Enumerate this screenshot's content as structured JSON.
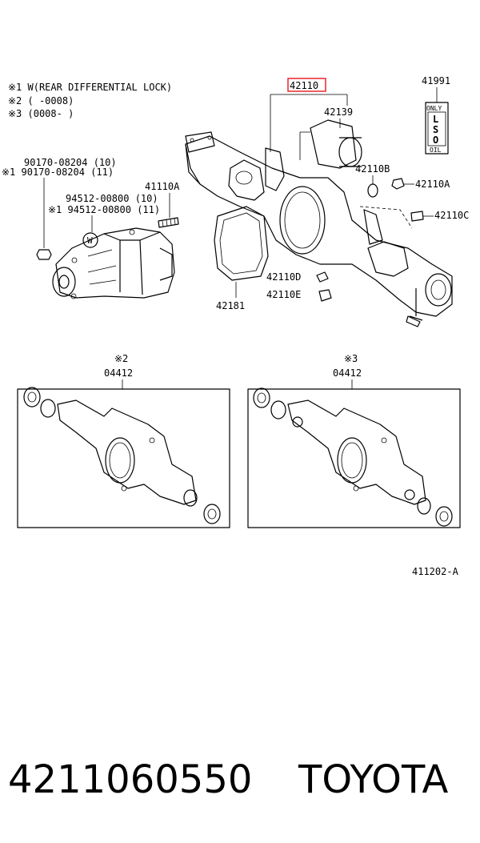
{
  "notes": [
    "※1 W(REAR DIFFERENTIAL LOCK)",
    "※2 (     -0008)",
    "※3 (0008-     )"
  ],
  "callouts": {
    "housing": "42110",
    "cover": "42139",
    "lso_plate": "41991",
    "bolt_a": "90170-08204 (10)",
    "bolt_b": "※1 90170-08204 (11)",
    "stud": "41110A",
    "washer_a": "94512-00800 (10)",
    "washer_b": "※1 94512-00800 (11)",
    "washer_letter": "W",
    "plug_b": "42110B",
    "plug_a": "42110A",
    "breather": "42110C",
    "plug_d": "42110D",
    "plug_e": "42110E",
    "gasket": "42181",
    "kit_left_note": "※2",
    "kit_left_code": "04412",
    "kit_right_note": "※3",
    "kit_right_code": "04412",
    "figure_ref": "411202-A"
  },
  "lso_text": {
    "top": "ONLY",
    "l": "L",
    "s": "S",
    "o": "O",
    "bottom": "OIL"
  },
  "footer": {
    "part_number": "4211060550",
    "brand": "TOYOTA"
  },
  "colors": {
    "highlight": "#e8262b",
    "ink": "#000000"
  }
}
